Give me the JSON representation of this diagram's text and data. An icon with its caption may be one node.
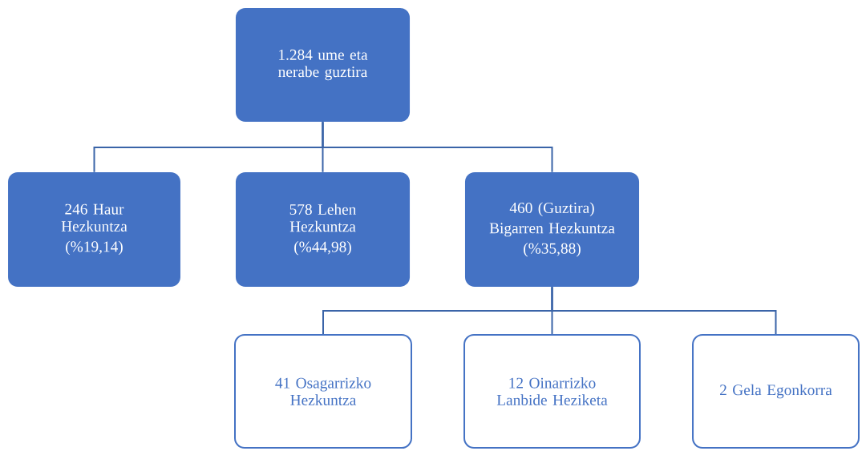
{
  "diagram": {
    "nodes": [
      {
        "text": [
          "1.284 ume eta nerabe guztira"
        ]
      },
      {
        "text": [
          "246 Haur Hezkuntza",
          "(%19,14)"
        ]
      },
      {
        "text": [
          "578 Lehen Hezkuntza",
          "(%44,98)"
        ]
      },
      {
        "text": [
          "460 (Guztira)",
          "Bigarren Hezkuntza",
          "(%35,88)"
        ]
      },
      {
        "text": [
          "41 Osagarrizko Hezkuntza"
        ]
      },
      {
        "text": [
          "12 Oinarrizko Lanbide Heziketa"
        ]
      },
      {
        "text": [
          "2 Gela Egonkorra"
        ]
      }
    ],
    "edges": [
      {
        "from": 0,
        "to": 1,
        "arrow": "none"
      },
      {
        "from": 0,
        "to": 2,
        "arrow": "none"
      },
      {
        "from": 0,
        "to": 3,
        "arrow": "none"
      },
      {
        "from": 3,
        "to": 4,
        "arrow": "none"
      },
      {
        "from": 3,
        "to": 5,
        "arrow": "none"
      },
      {
        "from": 3,
        "to": 6,
        "arrow": "none"
      }
    ]
  }
}
